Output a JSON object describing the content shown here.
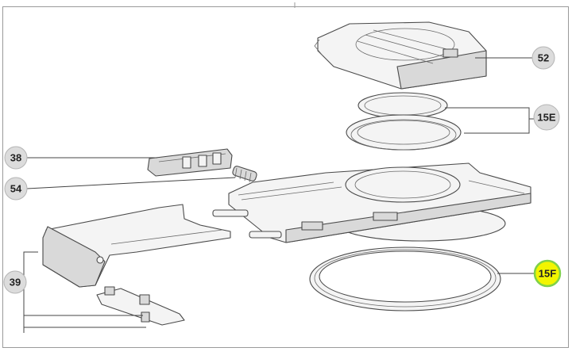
{
  "callouts": {
    "c52": "52",
    "c15E": "15E",
    "c38": "38",
    "c54": "54",
    "c39": "39",
    "c15F": "15F"
  },
  "highlight_color": "#f2f500"
}
